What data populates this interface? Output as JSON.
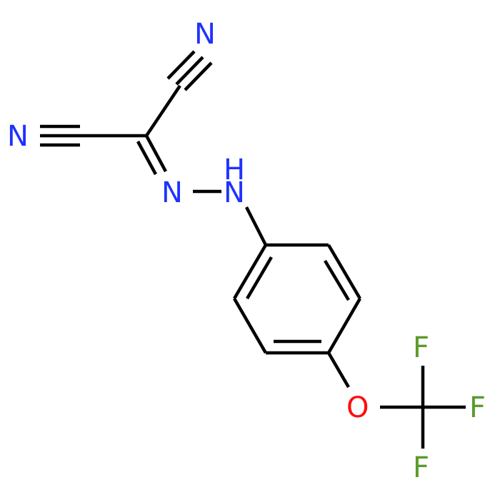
{
  "molecule": {
    "atoms": {
      "n_top": {
        "label": "N",
        "color": "#1f32ff"
      },
      "n_left": {
        "label": "N",
        "color": "#1f32ff"
      },
      "nh_h": {
        "label": "H",
        "color": "#1f32ff"
      },
      "nh_n": {
        "label": "N",
        "color": "#1f32ff"
      },
      "n_imine": {
        "label": "N",
        "color": "#1f32ff"
      },
      "o": {
        "label": "O",
        "color": "#ff0d0d"
      },
      "f_top": {
        "label": "F",
        "color": "#5b9b2a"
      },
      "f_right": {
        "label": "F",
        "color": "#5b9b2a"
      },
      "f_bottom": {
        "label": "F",
        "color": "#5b9b2a"
      }
    },
    "bond_color": "#000000"
  }
}
